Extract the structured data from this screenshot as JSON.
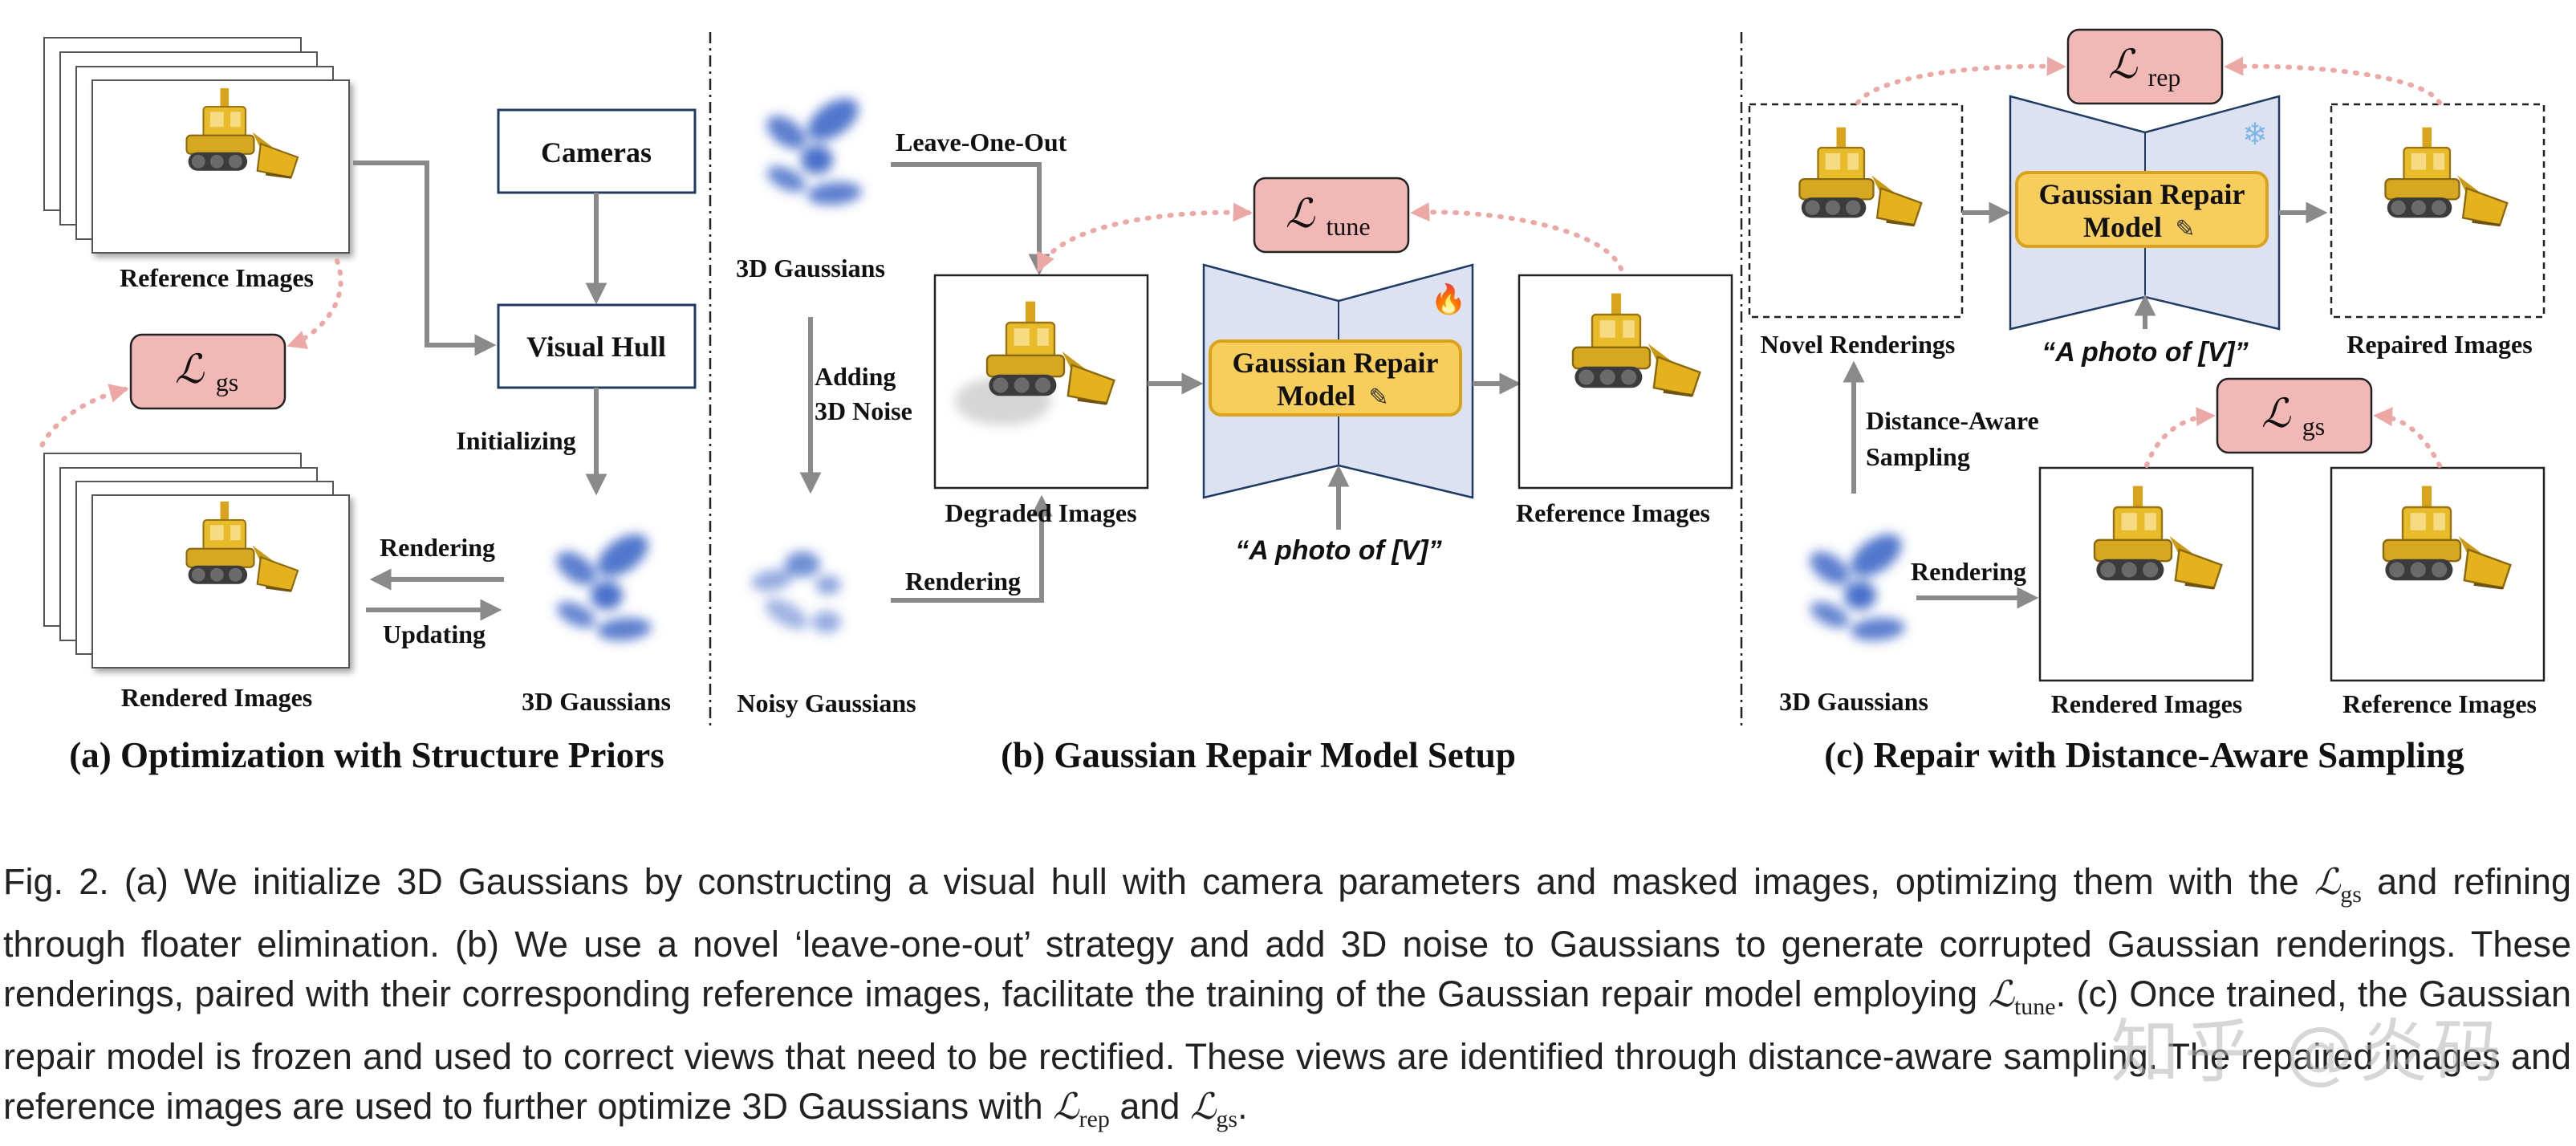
{
  "panel_a": {
    "reference_images_label": "Reference Images",
    "cameras_label": "Cameras",
    "visual_hull_label": "Visual Hull",
    "initializing_label": "Initializing",
    "rendering_label": "Rendering",
    "updating_label": "Updating",
    "rendered_images_label": "Rendered Images",
    "gaussians_label": "3D Gaussians",
    "loss_symbol": "ℒ",
    "loss_sub": "gs",
    "title": "(a) Optimization with Structure Priors"
  },
  "panel_b": {
    "gaussians_label": "3D Gaussians",
    "leave_one_out_label": "Leave-One-Out",
    "adding_noise_line1": "Adding",
    "adding_noise_line2": "3D Noise",
    "noisy_gaussians_label": "Noisy Gaussians",
    "rendering_label": "Rendering",
    "degraded_images_label": "Degraded Images",
    "model_line1": "Gaussian Repair",
    "model_line2": "Model",
    "reference_images_label": "Reference Images",
    "prompt": "“A photo of [V]”",
    "loss_symbol": "ℒ",
    "loss_sub": "tune",
    "fire_icon": "🔥",
    "title": "(b) Gaussian Repair Model Setup"
  },
  "panel_c": {
    "novel_renderings_label": "Novel Renderings",
    "model_line1": "Gaussian Repair",
    "model_line2": "Model",
    "repaired_images_label": "Repaired Images",
    "prompt": "“A photo of [V]”",
    "distance_line1": "Distance-Aware",
    "distance_line2": "Sampling",
    "rendering_label": "Rendering",
    "gaussians_label": "3D Gaussians",
    "rendered_images_label": "Rendered Images",
    "reference_images_label": "Reference Images",
    "loss_rep_symbol": "ℒ",
    "loss_rep_sub": "rep",
    "loss_gs_symbol": "ℒ",
    "loss_gs_sub": "gs",
    "snowflake_icon": "❄",
    "title": "(c) Repair with Distance-Aware Sampling"
  },
  "caption": {
    "p1": "Fig. 2.  (a) We initialize 3D Gaussians by constructing a visual hull with camera parameters and masked images, optimizing them with the ",
    "m1": "ℒ",
    "m1_sub": "gs",
    "p2": " and refining through floater elimination. (b) We use a novel ‘leave-one-out’ strategy and add 3D noise to Gaussians to generate corrupted Gaussian renderings. These renderings, paired with their corresponding reference images, facilitate the training of the Gaussian repair model employing ",
    "m2": "ℒ",
    "m2_sub": "tune",
    "p3": ". (c) Once trained, the Gaussian repair model is frozen and used to correct views that need to be rectified. These views are identified through distance-aware sampling. The repaired images and reference images are used to further optimize 3D Gaussians with ",
    "m3": "ℒ",
    "m3_sub": "rep",
    "p4": " and ",
    "m4": "ℒ",
    "m4_sub": "gs",
    "p5": "."
  },
  "watermark": "知乎 @炎码",
  "colors": {
    "loss_box_fill": "#f2b8b5",
    "loss_arrow": "#eba8a4",
    "model_fill": "#dde2f3",
    "model_label_fill": "#f7cd5b",
    "model_label_stroke": "#d9a31c",
    "gaussian_blue": "#3f68c7",
    "arrow_gray": "#8a8a8a",
    "box_navy": "#1f3b63",
    "toy_yellow": "#e3b21d"
  }
}
